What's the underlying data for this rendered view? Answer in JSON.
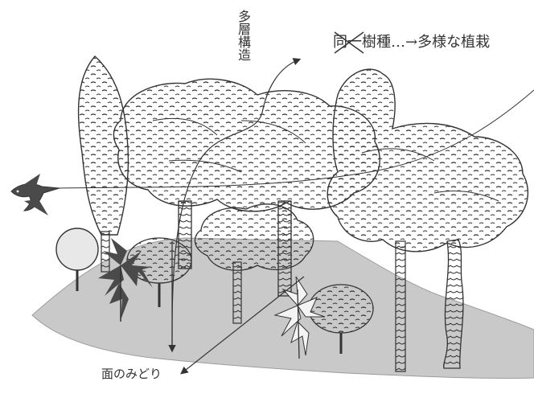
{
  "labels": {
    "vertical": "多層構造",
    "bottom": "面のみどり",
    "top_struck": "同一樹種",
    "top_rest": "…→多様な植栽"
  },
  "colors": {
    "ink": "#333333",
    "ground": "#c9c9c9",
    "ground_dark": "#8f8f8f",
    "canopy_light": "#e8e8e8",
    "leaf_dark": "#4a4a4a"
  },
  "icons": {
    "bird": "swallow-icon",
    "cross": "strike-x-icon"
  }
}
